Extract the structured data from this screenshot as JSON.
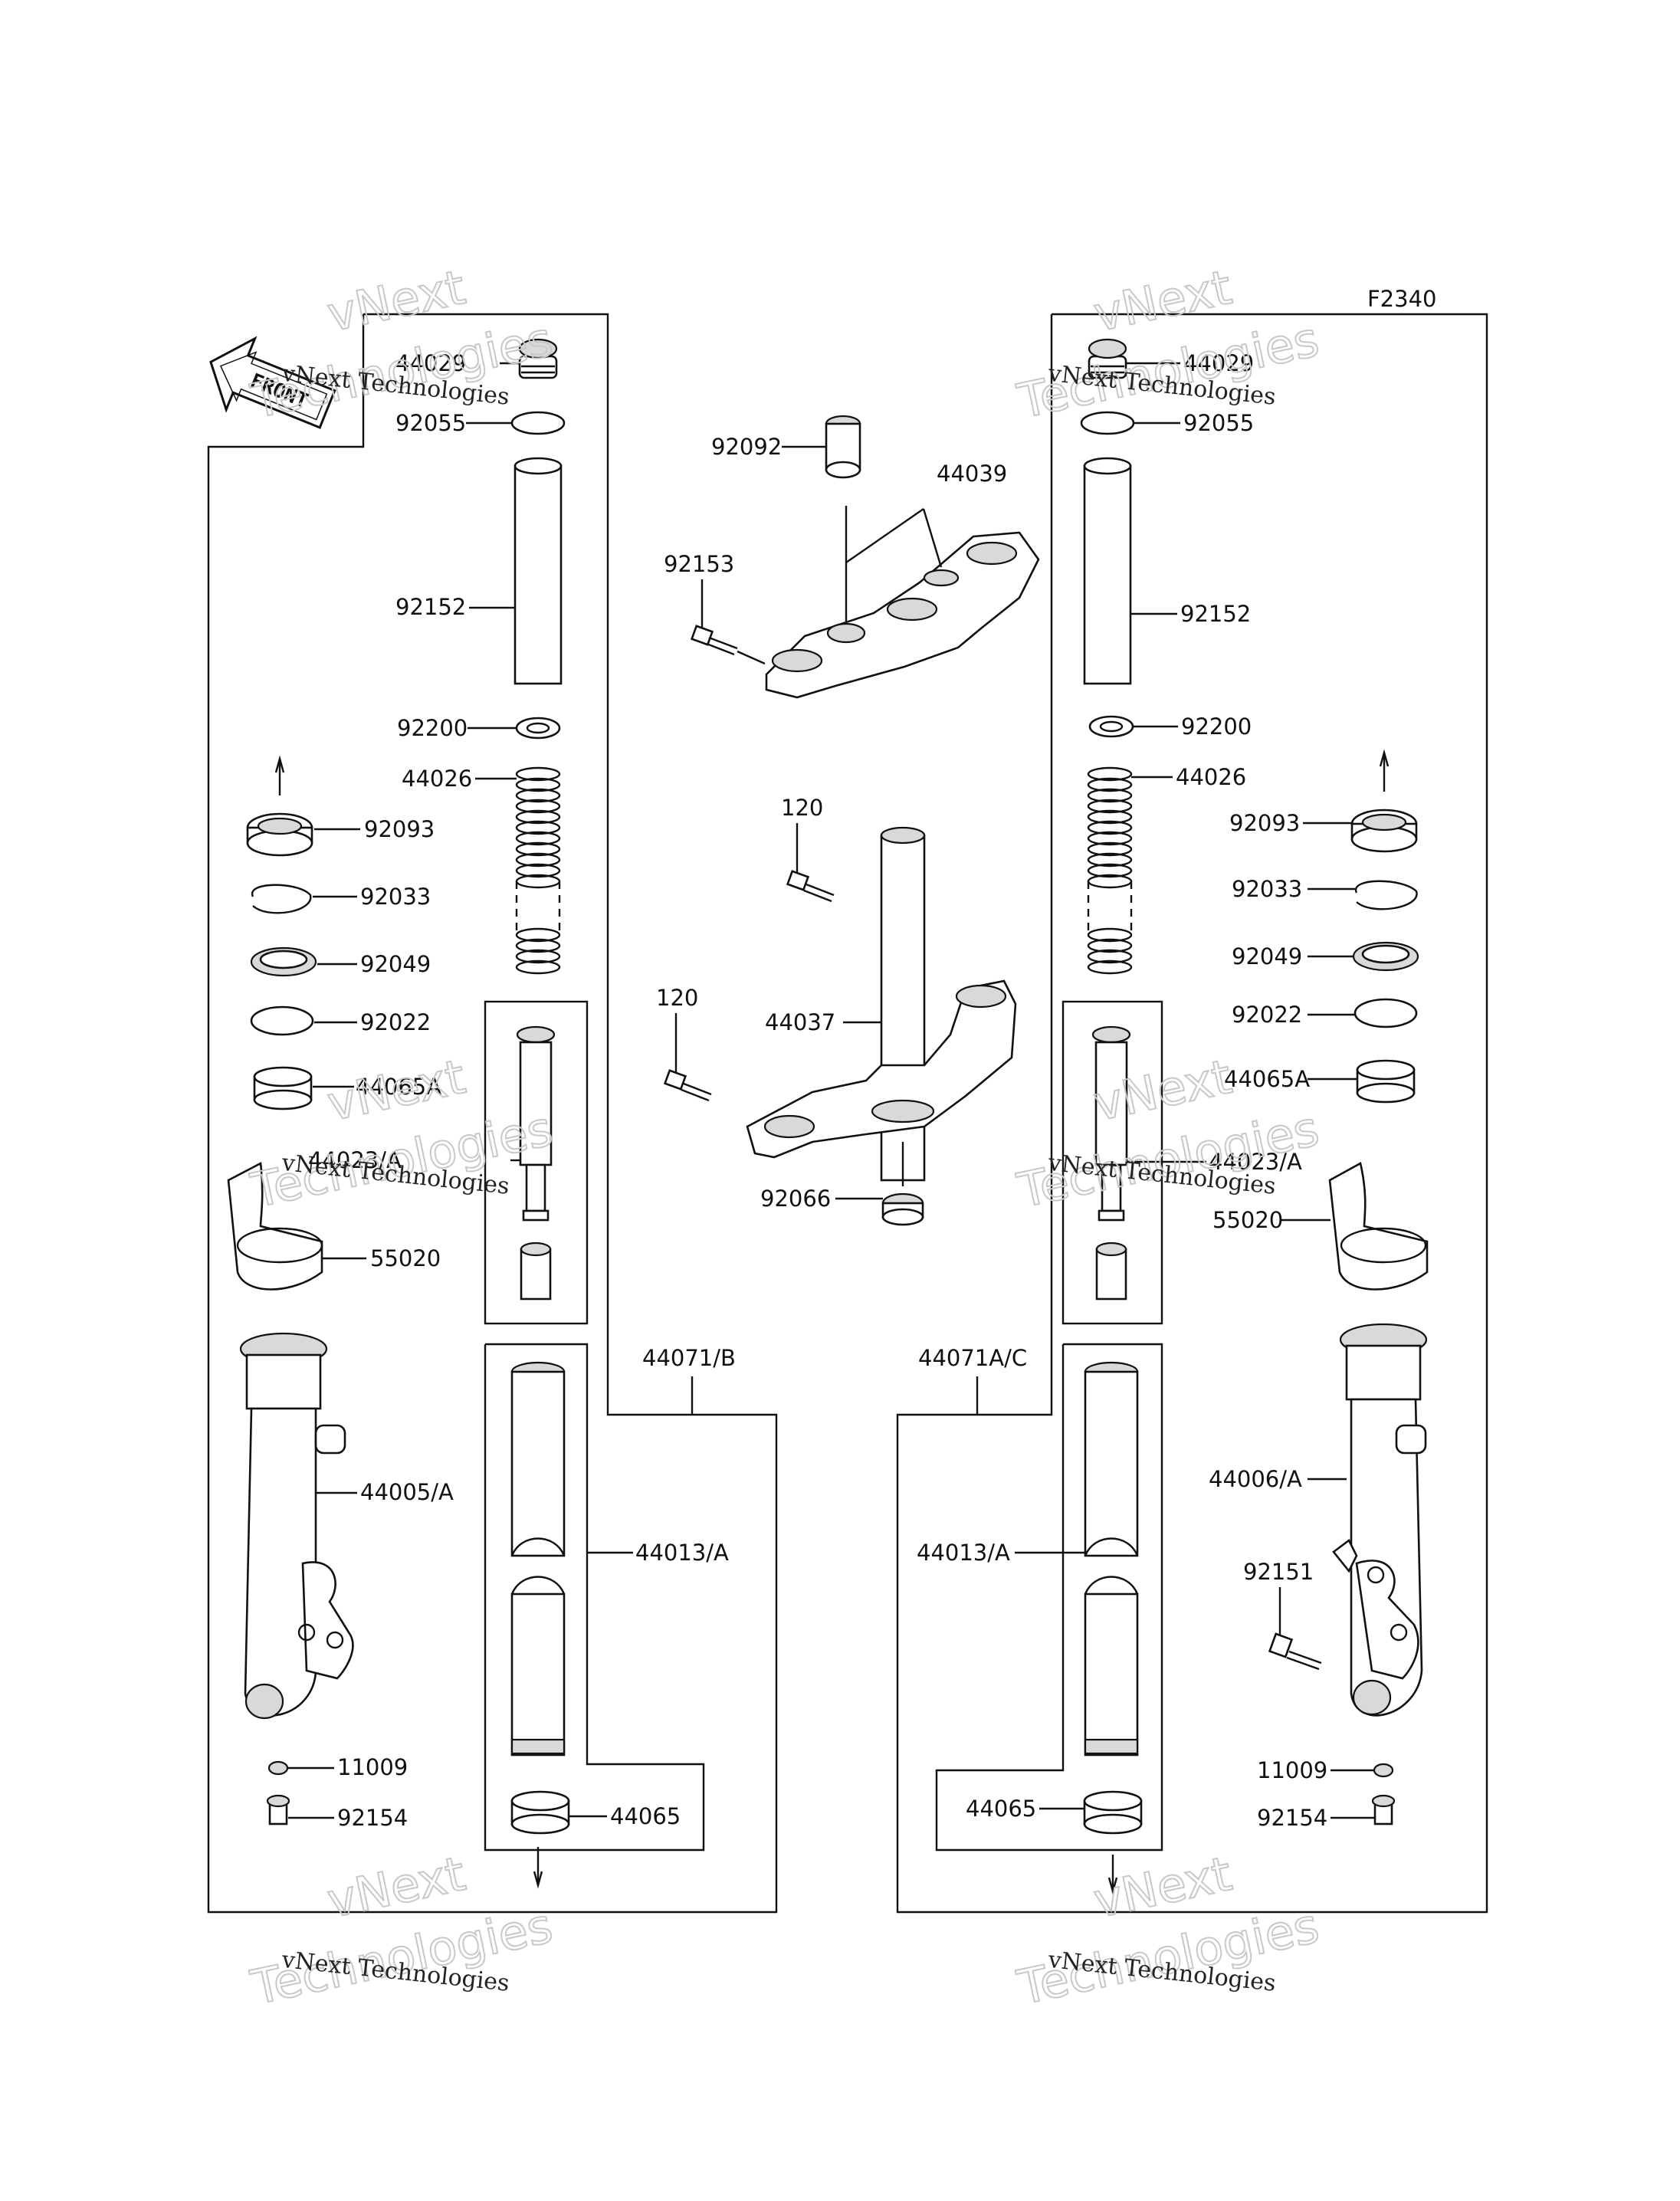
{
  "diagram": {
    "code": "F2340",
    "front_label": "FRONT",
    "watermark": {
      "line1": "vNext Technologies",
      "line2": "Technologies",
      "line3": "vNext"
    },
    "left_fork": {
      "assembly_label": "44071/B",
      "parts": [
        "44029",
        "92055",
        "92152",
        "92200",
        "44026",
        "92093",
        "92033",
        "92049",
        "92022",
        "44065A",
        "44023/A",
        "55020",
        "44005/A",
        "44013/A",
        "11009",
        "92154",
        "44065"
      ]
    },
    "right_fork": {
      "assembly_label": "44071A/C",
      "parts": [
        "44029",
        "92055",
        "92152",
        "92200",
        "44026",
        "92093",
        "92033",
        "92049",
        "92022",
        "44065A",
        "44023/A",
        "55020",
        "44006/A",
        "92151",
        "44013/A",
        "11009",
        "92154",
        "44065"
      ]
    },
    "center": {
      "parts": [
        "92092",
        "44039",
        "92153",
        "120",
        "120",
        "44037",
        "92066"
      ]
    }
  }
}
